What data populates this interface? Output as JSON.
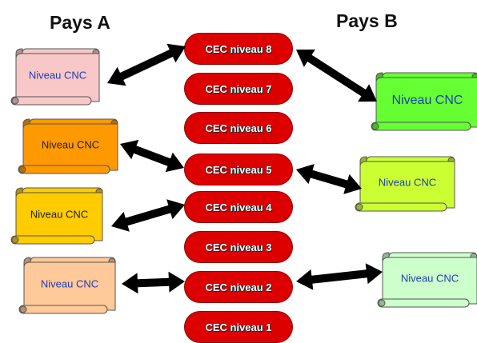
{
  "countries": {
    "a": "Pays A",
    "b": "Pays B"
  },
  "cec_levels": [
    "CEC niveau 8",
    "CEC niveau 7",
    "CEC niveau 6",
    "CEC niveau 5",
    "CEC niveau 4",
    "CEC niveau 3",
    "CEC niveau 2",
    "CEC niveau 1"
  ],
  "scrolls": [
    {
      "label": "Niveau CNC",
      "country": "a",
      "links_to_level": 8,
      "color": "#f8c8c8"
    },
    {
      "label": "Niveau CNC",
      "country": "a",
      "links_to_level": 5,
      "color": "#ff9900"
    },
    {
      "label": "Niveau CNC",
      "country": "a",
      "links_to_level": 4,
      "color": "#ffcc00"
    },
    {
      "label": "Niveau CNC",
      "country": "a",
      "links_to_level": 2,
      "color": "#ffc999"
    },
    {
      "label": "Niveau CNC",
      "country": "b",
      "links_to_level": 8,
      "color": "#66ff33"
    },
    {
      "label": "Niveau CNC",
      "country": "b",
      "links_to_level": 5,
      "color": "#ccff33"
    },
    {
      "label": "Niveau CNC",
      "country": "b",
      "links_to_level": 2,
      "color": "#ccffcc"
    }
  ],
  "colors": {
    "level_fill": "#dd0000",
    "arrow": "#000000"
  }
}
